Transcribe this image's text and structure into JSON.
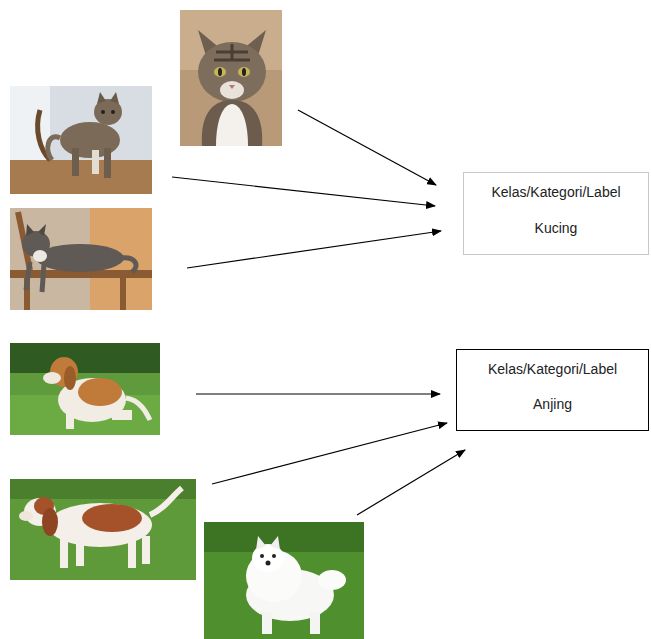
{
  "diagram": {
    "nodes": [
      {
        "text": [
          "Kelas/Kategori/Label",
          "Kucing"
        ]
      },
      {
        "text": [
          "Kelas/Kategori/Label",
          "Anjing"
        ]
      }
    ]
  }
}
